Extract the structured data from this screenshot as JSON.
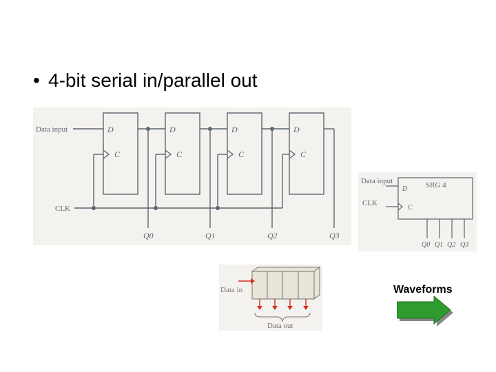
{
  "slide": {
    "bullet_text": "4-bit serial in/parallel out",
    "bullet_symbol": "•"
  },
  "main_circuit": {
    "data_input_label": "Data input",
    "clk_label": "CLK",
    "d_label": "D",
    "c_label": "C",
    "outputs": [
      "Q0",
      "Q1",
      "Q2",
      "Q3"
    ]
  },
  "symbol_block": {
    "data_input_label": "Data input",
    "clk_label": "CLK",
    "title": "SRG 4",
    "d_label": "D",
    "c_label": "C",
    "outputs": [
      "Q0",
      "Q1",
      "Q2",
      "Q3"
    ]
  },
  "register_block": {
    "data_in_label": "Data in",
    "data_out_label": "Data out"
  },
  "waveforms_button": {
    "label": "Waveforms",
    "color": "#2e9b2e",
    "icon": "right-arrow-icon"
  },
  "colors": {
    "figure_background": "#f4f2ee",
    "line": "#5c6470",
    "arrow_red": "#d03020",
    "register_fill": "#e8e4da"
  }
}
